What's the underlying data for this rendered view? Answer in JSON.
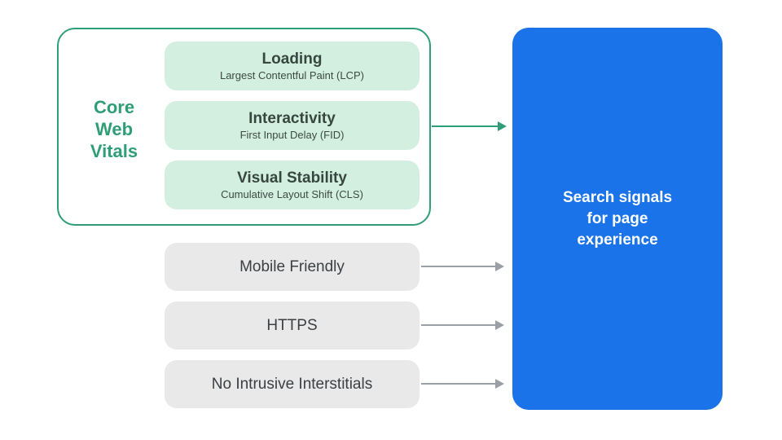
{
  "colors": {
    "green_accent": "#2f9e77",
    "mint_card_bg": "#d3efe0",
    "gray_card_bg": "#e9e9e9",
    "blue_result_bg": "#1a73e8",
    "dark_text": "#3c4043",
    "arrow_gray": "#9aa0a6",
    "result_text": "#ffffff",
    "background": "#ffffff"
  },
  "core_web_vitals": {
    "label": "Core\nWeb\nVitals",
    "metrics": [
      {
        "title": "Loading",
        "subtitle": "Largest Contentful Paint (LCP)"
      },
      {
        "title": "Interactivity",
        "subtitle": "First Input Delay (FID)"
      },
      {
        "title": "Visual Stability",
        "subtitle": "Cumulative Layout Shift (CLS)"
      }
    ]
  },
  "other_signals": [
    "Mobile Friendly",
    "HTTPS",
    "No Intrusive Interstitials"
  ],
  "result_box": {
    "label": "Search signals\nfor page\nexperience"
  }
}
